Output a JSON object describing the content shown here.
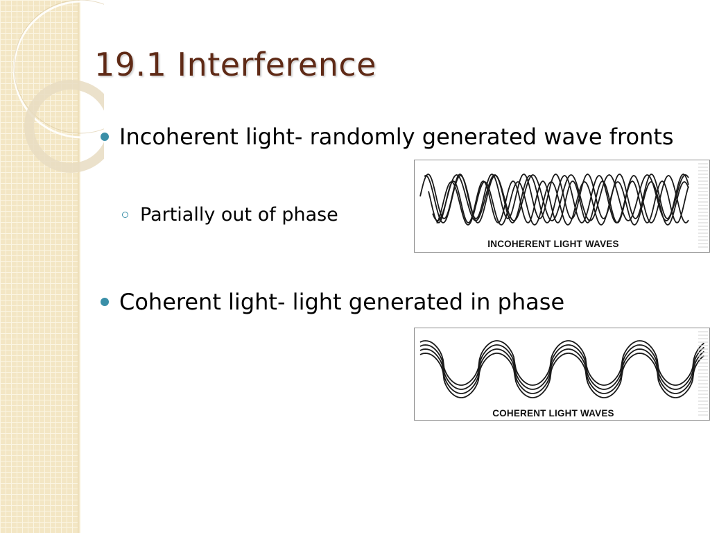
{
  "slide": {
    "title": "19.1 Interference",
    "bullets": [
      {
        "text": "Incoherent light- randomly generated wave fronts"
      },
      {
        "text": "Coherent light- light generated in phase"
      }
    ],
    "sub_bullets": [
      {
        "text": "Partially out of phase"
      }
    ]
  },
  "figures": {
    "incoherent": {
      "caption": "INCOHERENT LIGHT WAVES",
      "wave_count": 5
    },
    "coherent": {
      "caption": "COHERENT LIGHT WAVES",
      "wave_count": 4
    }
  },
  "colors": {
    "title": "#5f2a16",
    "bullet": "#3a8fa8",
    "side_panel": "#f3e6c4"
  }
}
